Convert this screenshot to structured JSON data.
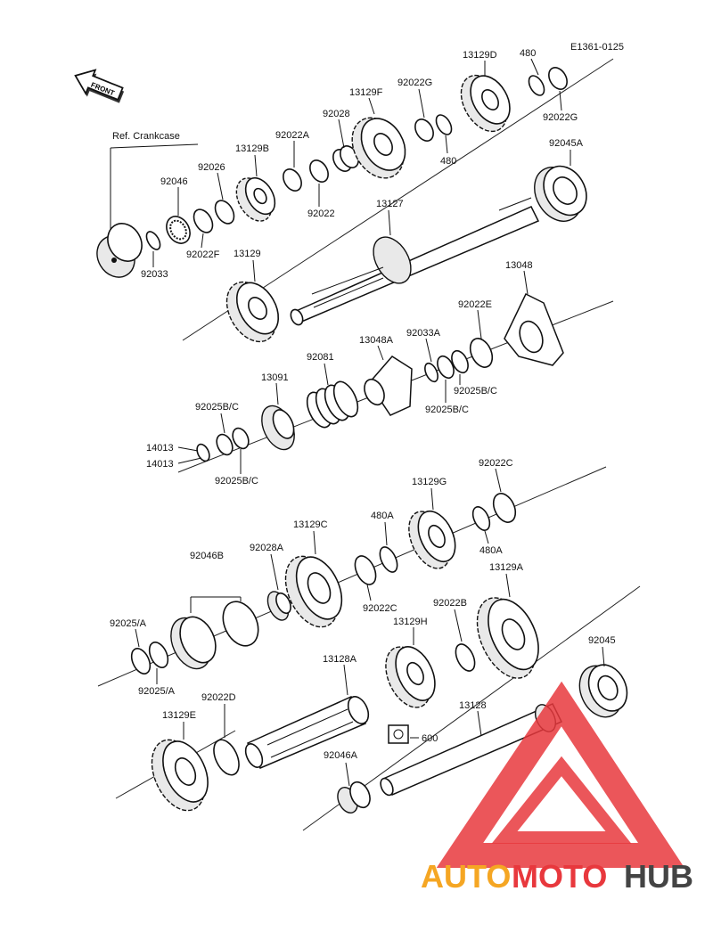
{
  "diagram": {
    "code": "E1361-0125",
    "front_label": "FRONT",
    "ref_label": "Ref. Crankcase",
    "parts": {
      "p13129D": "13129D",
      "p480a": "480",
      "p92022G_top": "92022G",
      "p92022G_right": "92022G",
      "p480b": "480",
      "p13129F": "13129F",
      "p92028": "92028",
      "p92022A": "92022A",
      "p92022": "92022",
      "p13129B": "13129B",
      "p92026": "92026",
      "p92046": "92046",
      "p92022F": "92022F",
      "p92033": "92033",
      "p92045A": "92045A",
      "p13127": "13127",
      "p13129": "13129",
      "p13048": "13048",
      "p92022E": "92022E",
      "p92033A": "92033A",
      "p13048A": "13048A",
      "p92081": "92081",
      "p13091": "13091",
      "p92025BC_a": "92025B/C",
      "p92025BC_b": "92025B/C",
      "p92025BC_c": "92025B/C",
      "p92025BC_d": "92025B/C",
      "p14013a": "14013",
      "p14013b": "14013",
      "p92022C_top": "92022C",
      "p13129G": "13129G",
      "p480A_a": "480A",
      "p480A_b": "480A",
      "p13129C": "13129C",
      "p92028A": "92028A",
      "p92046B": "92046B",
      "p92022C_mid": "92022C",
      "p13129A": "13129A",
      "p92022B": "92022B",
      "p13129H": "13129H",
      "p92025A_a": "92025/A",
      "p92025A_b": "92025/A",
      "p92045": "92045",
      "p13128A": "13128A",
      "p13128": "13128",
      "p92022D": "92022D",
      "p13129E": "13129E",
      "p600": "600",
      "p92046A": "92046A"
    }
  },
  "watermark": {
    "auto": "AUTO",
    "moto": "MOTO",
    "hub": "HUB",
    "color_primary": "#e8383d",
    "color_secondary": "#f5a623",
    "color_dark": "#444444"
  }
}
